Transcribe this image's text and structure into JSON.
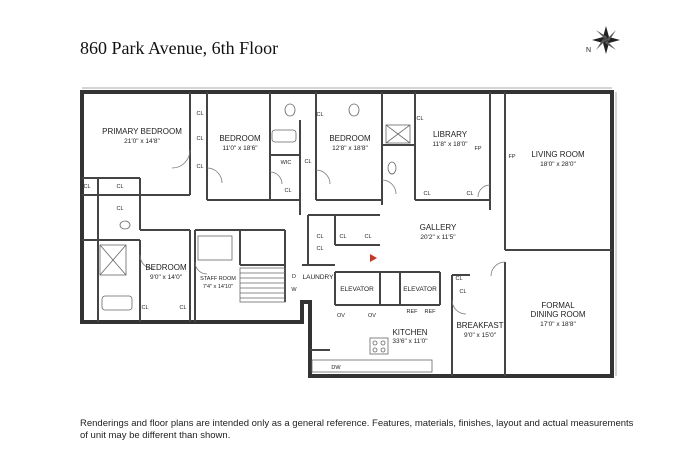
{
  "title": "860 Park Avenue, 6th Floor",
  "compass_label": "N",
  "disclaimer": "Renderings and floor plans are intended only as a general reference. Features, materials, finishes, layout and actual measurements of unit may be different than shown.",
  "rooms": {
    "primary_bedroom": {
      "name": "PRIMARY BEDROOM",
      "dims": "21'0\" x 14'8\""
    },
    "bedroom_1": {
      "name": "BEDROOM",
      "dims": "11'0\" x 18'6\""
    },
    "bedroom_2": {
      "name": "BEDROOM",
      "dims": "12'8\" x 18'8\""
    },
    "library": {
      "name": "LIBRARY",
      "dims": "11'8\" x 18'0\""
    },
    "living_room": {
      "name": "LIVING ROOM",
      "dims": "18'0\" x 28'0\""
    },
    "gallery": {
      "name": "GALLERY",
      "dims": "20'2\" x 11'5\""
    },
    "bedroom_3": {
      "name": "BEDROOM",
      "dims": "9'0\" x 14'0\""
    },
    "staff_room": {
      "name": "STAFF ROOM",
      "dims": "7'4\" x 14'10\""
    },
    "laundry": {
      "name": "LAUNDRY"
    },
    "elevator_1": {
      "name": "ELEVATOR"
    },
    "elevator_2": {
      "name": "ELEVATOR"
    },
    "kitchen": {
      "name": "KITCHEN",
      "dims": "33'6\" x 11'0\""
    },
    "breakfast": {
      "name": "BREAKFAST",
      "dims": "9'0\" x 15'0\""
    },
    "formal_dining": {
      "name": "FORMAL",
      "name2": "DINING ROOM",
      "dims": "17'0\" x 18'8\""
    }
  },
  "labels": {
    "closet": "CL",
    "wic": "WIC",
    "fireplace": "FP",
    "oven": "OV",
    "refrigerator": "REF",
    "dishwasher": "DW",
    "dryer": "D",
    "washer": "W"
  }
}
